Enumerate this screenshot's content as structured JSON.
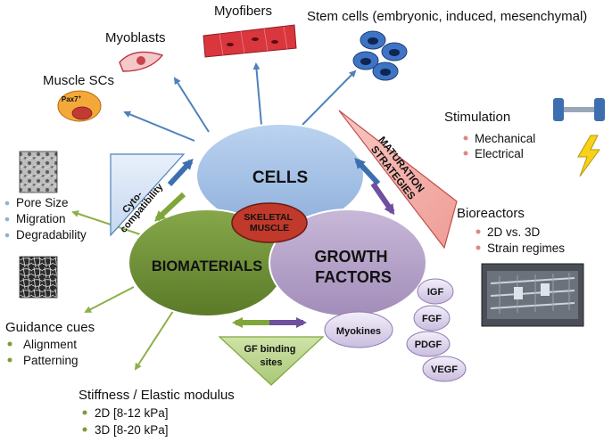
{
  "center": {
    "cells": "CELLS",
    "skeletal_line1": "SKELETAL",
    "skeletal_line2": "MUSCLE",
    "biomaterials": "BIOMATERIALS",
    "growth_line1": "GROWTH",
    "growth_line2": "FACTORS"
  },
  "cell_types": {
    "myofibers": "Myofibers",
    "myoblasts": "Myoblasts",
    "stem_cells": "Stem cells (embryonic, induced, mesenchymal)",
    "muscle_scs": "Muscle SCs",
    "pax7": "Pax7",
    "pax7_sup": "+"
  },
  "cyto_compat": {
    "line1": "Cyto-",
    "line2": "compatibility"
  },
  "scaffold_props": [
    "Pore Size",
    "Migration",
    "Degradability"
  ],
  "maturation": {
    "line1": "MATURATION",
    "line2": "STRATEGIES"
  },
  "stimulation": {
    "title": "Stimulation",
    "items": [
      "Mechanical",
      "Electrical"
    ]
  },
  "bioreactors": {
    "title": "Bioreactors",
    "items": [
      "2D vs. 3D",
      "Strain regimes"
    ]
  },
  "guidance": {
    "title": "Guidance cues",
    "items": [
      "Alignment",
      "Patterning"
    ]
  },
  "stiffness": {
    "title": "Stiffness / Elastic modulus",
    "items": [
      "2D [8-12 kPa]",
      "3D [8-20 kPa]"
    ]
  },
  "gf_binding": {
    "line1": "GF binding",
    "line2": "sites"
  },
  "myokines": "Myokines",
  "growth_factor_list": [
    "IGF",
    "FGF",
    "PDGF",
    "VEGF"
  ],
  "colors": {
    "cells_fill": "#a6c3e8",
    "biomaterials_fill": "#6f8f36",
    "growth_fill": "#b6a3c9",
    "skeletal_fill": "#c0392b",
    "arrow_blue": "#4f81bd",
    "arrow_green": "#8cb04a",
    "arrow_purple": "#6f4f9e",
    "maturation_fill": "#f5b3ad",
    "gf_binding_fill": "#b9d58a",
    "cyto_fill": "#d7e4f5"
  }
}
